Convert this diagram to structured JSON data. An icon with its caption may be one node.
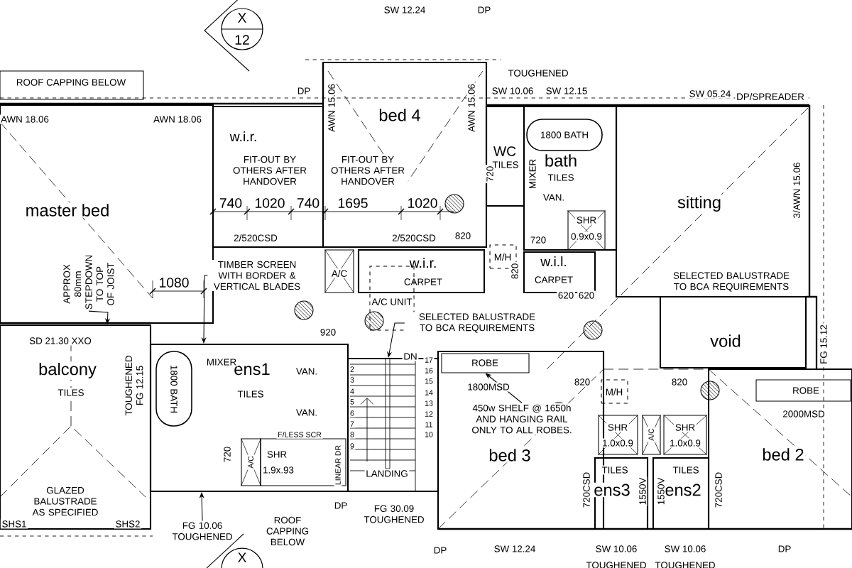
{
  "diagram": {
    "nodes": [
      {
        "text": [
          "master bed"
        ]
      },
      {
        "text": [
          "w.i.r.",
          "FIT-OUT BY OTHERS AFTER HANDOVER"
        ]
      },
      {
        "text": [
          "bed 4",
          "FIT-OUT BY OTHERS AFTER HANDOVER"
        ]
      },
      {
        "text": [
          "WC",
          "TILES"
        ]
      },
      {
        "text": [
          "bath",
          "TILES"
        ]
      },
      {
        "text": [
          "1800 BATH"
        ],
        "in": 4
      },
      {
        "text": [
          "SHR",
          "0.9x0.9"
        ],
        "in": 4
      },
      {
        "text": [
          "sitting"
        ]
      },
      {
        "text": [
          "A/C"
        ]
      },
      {
        "text": [
          "w.i.r.",
          "CARPET"
        ]
      },
      {
        "text": [
          "M/H"
        ]
      },
      {
        "text": [
          "w.i.l.",
          "CARPET"
        ]
      },
      {
        "text": [
          "A/C UNIT"
        ]
      },
      {
        "text": [
          "balcony",
          "TILES"
        ]
      },
      {
        "text": [
          "ens1",
          "TILES"
        ]
      },
      {
        "text": [
          "1800 BATH"
        ],
        "in": 14
      },
      {
        "text": [
          "SHR",
          "1.9x.93"
        ],
        "in": 14
      },
      {
        "text": [
          "A/C"
        ],
        "in": 14
      },
      {
        "text": [
          "LANDING"
        ]
      },
      {
        "text": [
          "bed 3"
        ]
      },
      {
        "text": [
          "ROBE"
        ],
        "in": 19
      },
      {
        "text": [
          "void"
        ]
      },
      {
        "text": [
          "bed 2"
        ]
      },
      {
        "text": [
          "ROBE"
        ],
        "in": 22
      },
      {
        "text": [
          "M/H"
        ]
      },
      {
        "text": [
          "SHR",
          "1.0x0.9"
        ]
      },
      {
        "text": [
          "A/C"
        ]
      },
      {
        "text": [
          "SHR",
          "1.0x0.9"
        ]
      },
      {
        "text": [
          "TILES",
          "ens3"
        ]
      },
      {
        "text": [
          "TILES",
          "ens2"
        ]
      },
      {
        "text": [
          "X",
          "12"
        ]
      },
      {
        "text": [
          "X"
        ]
      },
      {
        "text": [
          "ROOF CAPPING BELOW"
        ]
      },
      {
        "text": [
          "SELECTED BALUSTRADE TO BCA REQUIREMENTS"
        ]
      },
      {
        "text": [
          "TIMBER SCREEN WITH BORDER & VERTICAL BLADES"
        ]
      },
      {
        "text": [
          "APPROX 80mm STEPDOWN TO TOP OF JOIST"
        ],
        "in": 0
      },
      {
        "text": [
          "FG 10.06 TOUGHENED"
        ]
      },
      {
        "text": [
          "450w SHELF @ 1650h AND HANGING RAIL ONLY TO ALL ROBES."
        ],
        "in": 19
      }
    ],
    "edges": [
      {
        "from": 33,
        "to": 18,
        "arrow": "to"
      },
      {
        "from": 34,
        "to": 14,
        "arrow": "to"
      },
      {
        "from": 35,
        "to": 13,
        "arrow": "to"
      },
      {
        "from": 36,
        "to": 14,
        "arrow": "to"
      },
      {
        "from": 37,
        "to": 20,
        "arrow": "to"
      }
    ],
    "labels": [
      "SW 12.24",
      "DP",
      "TOUGHENED",
      "DP",
      "SW 10.06",
      "SW 12.15",
      "SW 05.24",
      "DP/SPREADER",
      "AWN 18.06",
      "AWN 18.06",
      "AWN 15.06",
      "AWN 15.06",
      "MIXER",
      "VAN.",
      "3/AWN 15.06",
      "740",
      "1020",
      "740",
      "1695",
      "1020",
      "2/520CSD",
      "2/520CSD",
      "720",
      "820",
      "720",
      "820",
      "620",
      "620",
      "1080",
      "SELECTED BALUSTRADE TO BCA REQUIREMENTS",
      "920",
      "DN",
      "2",
      "3",
      "4",
      "5",
      "6",
      "7",
      "8",
      "9",
      "17",
      "16",
      "15",
      "14",
      "13",
      "12",
      "11",
      "10",
      "SD 21.30 XXO",
      "TOUGHENED FG 12.15",
      "MIXER",
      "VAN.",
      "VAN.",
      "F/LESS SCR",
      "720",
      "LINEAR DR",
      "1800MSD",
      "820",
      "820",
      "2000MSD",
      "FG 15.12",
      "GLAZED BALUSTRADE AS SPECIFIED",
      "DP",
      "FG 30.09 TOUGHENED",
      "720CSD",
      "1550V",
      "1550V",
      "720CSD",
      "SHS1",
      "SHS2",
      "ROOF CAPPING BELOW",
      "DP",
      "SW 12.24",
      "SW 10.06",
      "SW 10.06",
      "TOUGHENED",
      "TOUGHENED",
      "DP"
    ]
  }
}
